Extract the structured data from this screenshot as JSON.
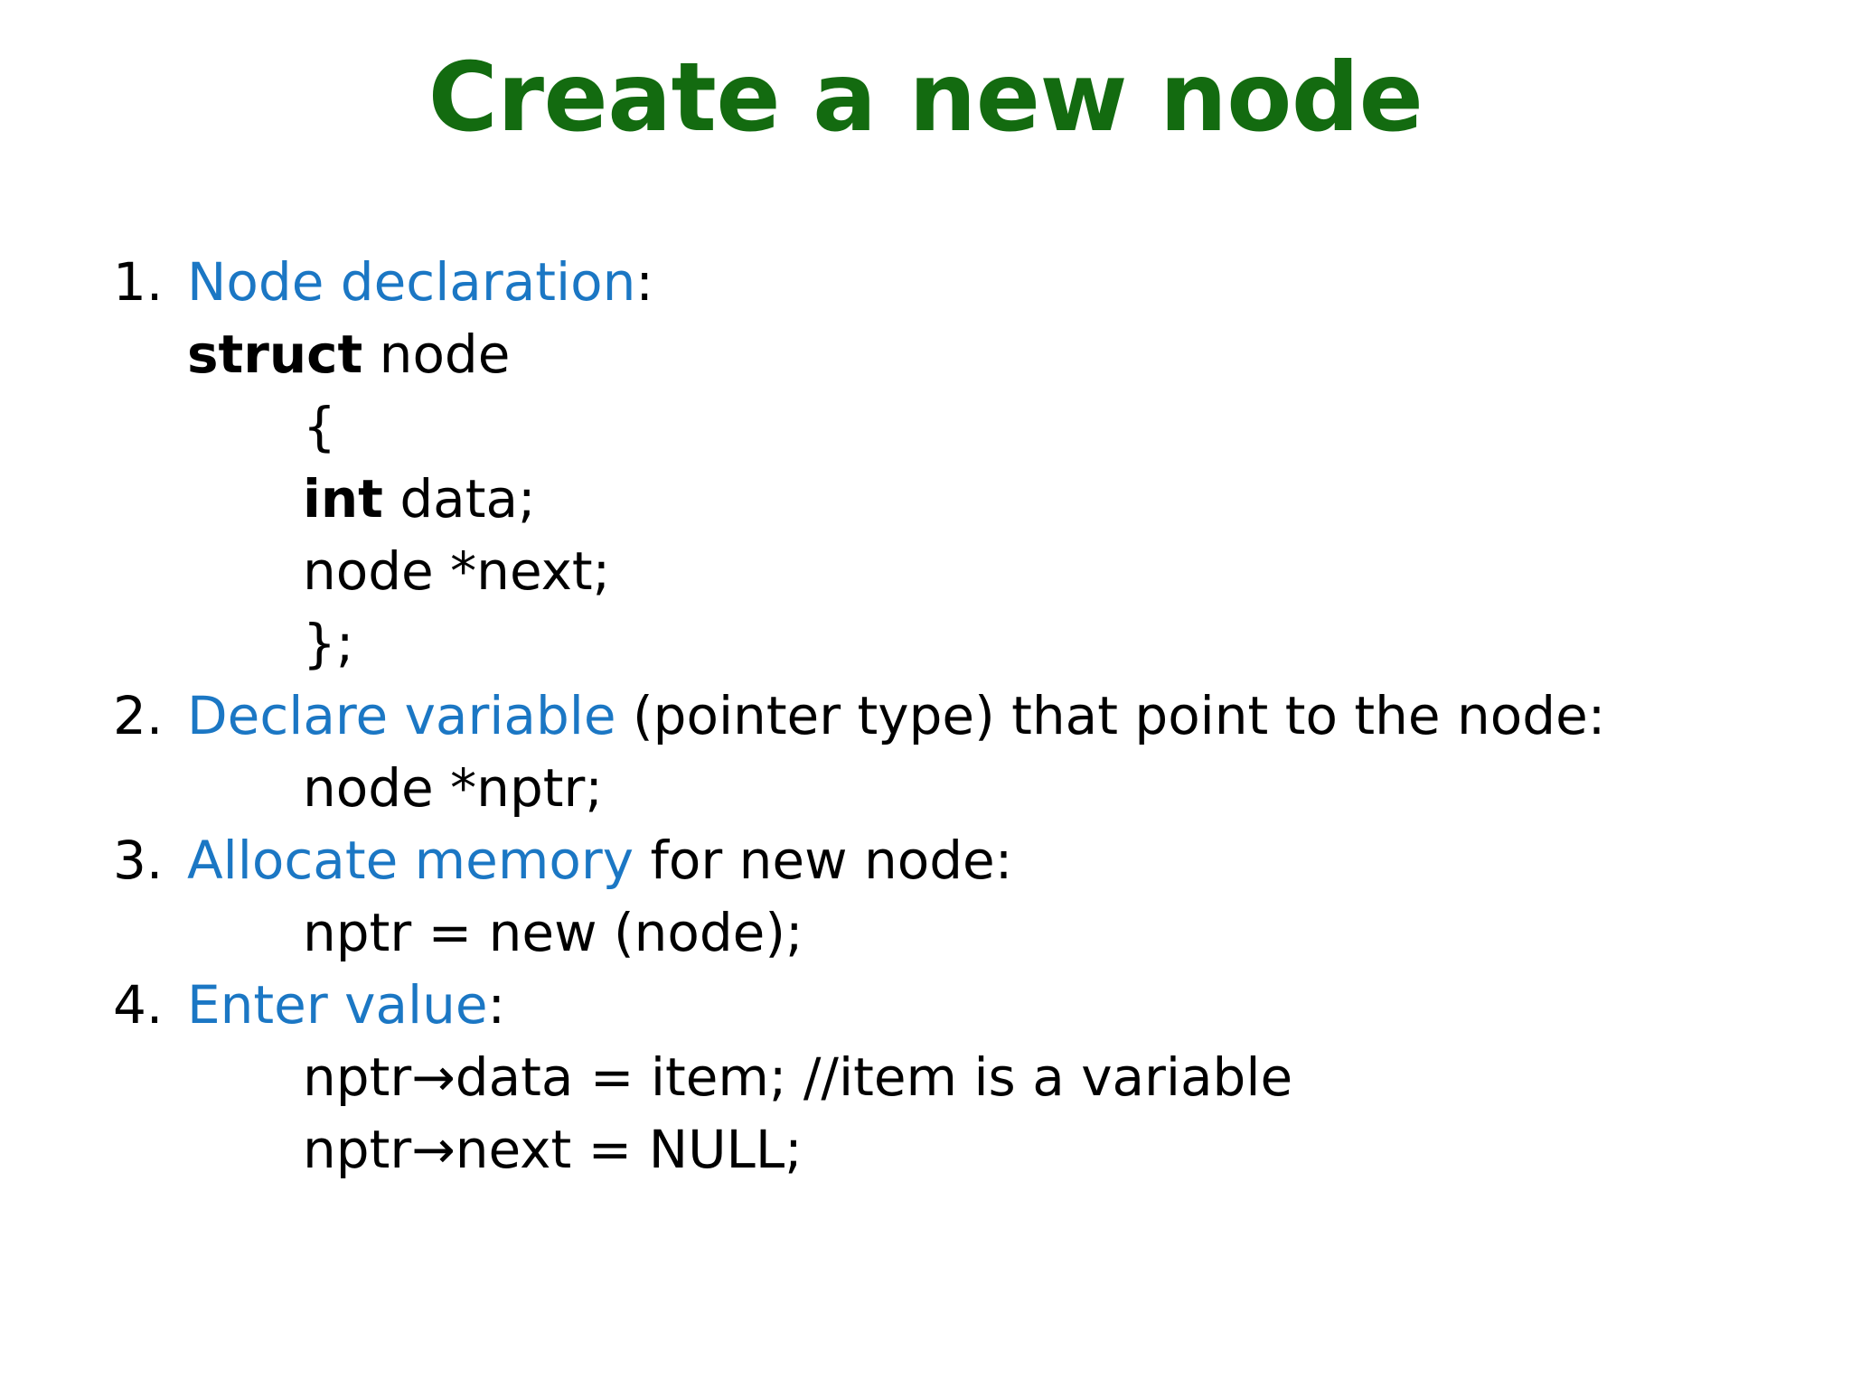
{
  "slide": {
    "title": "Create a new node",
    "title_color": "#136b10",
    "accent_color": "#1b77c4",
    "text_color": "#000000",
    "background_color": "#ffffff"
  },
  "content": {
    "items": [
      {
        "number": "1.",
        "heading": "Node declaration",
        "heading_suffix": ":",
        "code": [
          {
            "bold": "struct",
            "rest": " node",
            "indent": 1
          },
          {
            "bold": "",
            "rest": "{",
            "indent": 2
          },
          {
            "bold": "int",
            "rest": " data;",
            "indent": 2
          },
          {
            "bold": "",
            "rest": "node *next;",
            "indent": 2
          },
          {
            "bold": "",
            "rest": "};",
            "indent": 2
          }
        ]
      },
      {
        "number": "2.",
        "heading": "Declare variable",
        "heading_suffix": " (pointer type) that point to the node:",
        "code": [
          {
            "bold": "",
            "rest": "node *nptr;",
            "indent": 2
          }
        ]
      },
      {
        "number": "3.",
        "heading": "Allocate memory",
        "heading_suffix": " for new node:",
        "code": [
          {
            "bold": "",
            "rest": "nptr = new (node);",
            "indent": 2
          }
        ]
      },
      {
        "number": "4.",
        "heading": "Enter value",
        "heading_suffix": ":",
        "code": [
          {
            "bold": "",
            "rest": "nptr→data = item;  //item is a variable",
            "indent": 2
          },
          {
            "bold": "",
            "rest": "nptr→next = NULL;",
            "indent": 2
          }
        ]
      }
    ]
  }
}
